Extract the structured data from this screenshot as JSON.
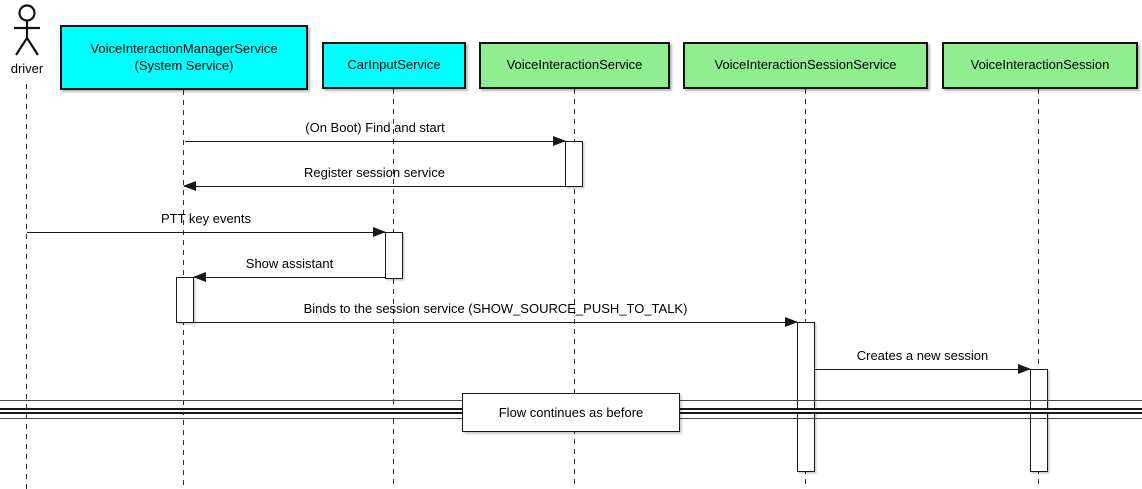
{
  "actor": {
    "name": "driver"
  },
  "participants": [
    {
      "label": "VoiceInteractionManagerService\n(System Service)",
      "fill": "#00FFFF"
    },
    {
      "label": "CarInputService",
      "fill": "#00FFFF"
    },
    {
      "label": "VoiceInteractionService",
      "fill": "#90EE90"
    },
    {
      "label": "VoiceInteractionSessionService",
      "fill": "#90EE90"
    },
    {
      "label": "VoiceInteractionSession",
      "fill": "#90EE90"
    }
  ],
  "messages": [
    {
      "label": "(On Boot) Find and start",
      "from": "VoiceInteractionManagerService (System Service)",
      "to": "VoiceInteractionService",
      "direction": "right"
    },
    {
      "label": "Register session service",
      "from": "VoiceInteractionService",
      "to": "VoiceInteractionManagerService (System Service)",
      "direction": "left"
    },
    {
      "label": "PTT key events",
      "from": "driver",
      "to": "CarInputService",
      "direction": "right"
    },
    {
      "label": "Show assistant",
      "from": "CarInputService",
      "to": "VoiceInteractionManagerService (System Service)",
      "direction": "left"
    },
    {
      "label": "Binds to the session service (SHOW_SOURCE_PUSH_TO_TALK)",
      "from": "VoiceInteractionManagerService (System Service)",
      "to": "VoiceInteractionSessionService",
      "direction": "right"
    },
    {
      "label": "Creates a new session",
      "from": "VoiceInteractionSessionService",
      "to": "VoiceInteractionSession",
      "direction": "right"
    }
  ],
  "divider": {
    "label": "Flow continues as before"
  },
  "colors": {
    "participant_cyan": "#00FFFF",
    "participant_green": "#90EE90",
    "line": "#181818",
    "background": "#FFFFFF"
  }
}
